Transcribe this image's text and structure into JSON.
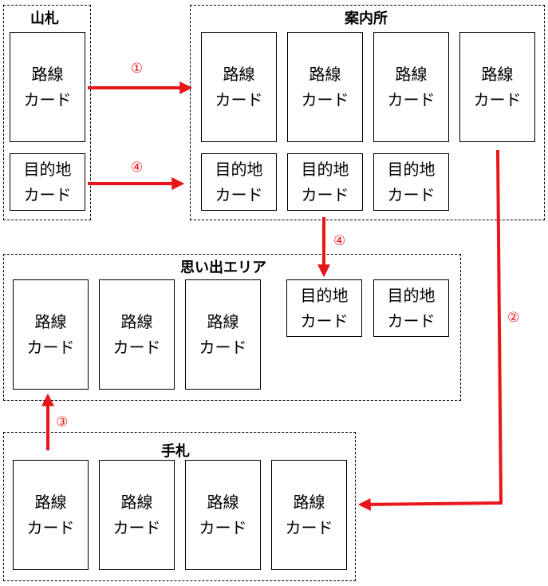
{
  "zones": {
    "deck": "山札",
    "guide": "案内所",
    "memory": "思い出エリア",
    "hand": "手札"
  },
  "cards": {
    "route_line1": "路線",
    "route_line2": "カード",
    "dest_line1": "目的地",
    "dest_line2": "カード"
  },
  "steps": {
    "one": "①",
    "two": "②",
    "three": "③",
    "four": "④"
  },
  "colors": {
    "arrow": "#e8161a"
  }
}
